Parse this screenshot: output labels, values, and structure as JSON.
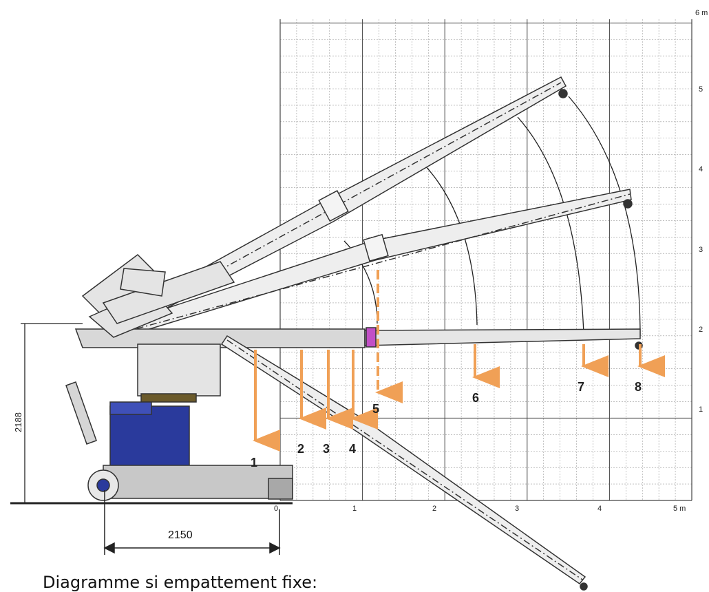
{
  "grid": {
    "x_ticks": [
      "0",
      "1",
      "2",
      "3",
      "4",
      "5 m"
    ],
    "y_ticks": [
      "1",
      "2",
      "3",
      "4",
      "5",
      "6 m"
    ]
  },
  "dimensions": {
    "height": "2188",
    "wheelbase": "2150"
  },
  "load_points": [
    "1",
    "2",
    "3",
    "4",
    "5",
    "6",
    "7",
    "8"
  ],
  "caption": "Diagramme si empattement fixe:",
  "colors": {
    "arrow": "#f0a056",
    "grid_major": "#444444",
    "grid_minor": "#9a9a9a",
    "boom": "#e8e8e8",
    "boom_stroke": "#333333",
    "body_blue": "#2a3a9c",
    "base_grey": "#c8c8c8"
  }
}
